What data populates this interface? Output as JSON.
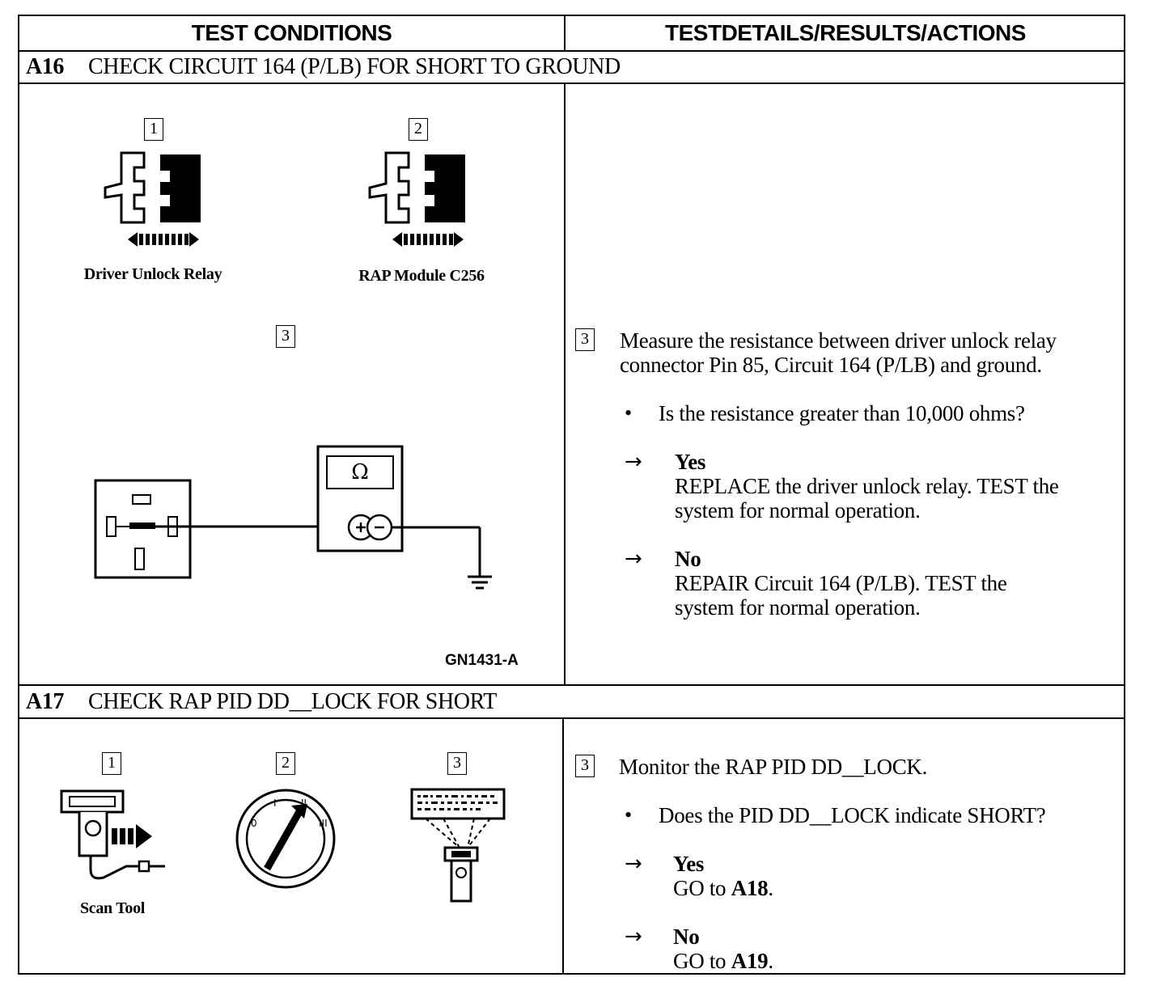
{
  "header": {
    "left": "TEST CONDITIONS",
    "right": "TESTDETAILS/RESULTS/ACTIONS"
  },
  "a16": {
    "number": "A16",
    "title": "CHECK CIRCUIT 164 (P/LB) FOR SHORT TO GROUND",
    "callouts": {
      "c1": "1",
      "c2": "2",
      "c3": "3"
    },
    "fig1_caption": "Driver Unlock Relay",
    "fig2_caption": "RAP Module C256",
    "meter_symbol": "Ω",
    "figure_id": "GN1431-A",
    "step_callout": "3",
    "step_text_line1": "Measure the resistance between driver unlock relay",
    "step_text_line2": "connector Pin 85, Circuit 164 (P/LB) and ground.",
    "question": "Is the resistance greater than 10,000 ohms?",
    "yes_label": "Yes",
    "yes_line1": "REPLACE the driver unlock relay. TEST the",
    "yes_line2": "system for normal operation.",
    "no_label": "No",
    "no_line1": "REPAIR Circuit 164 (P/LB). TEST the",
    "no_line2": "system for normal operation."
  },
  "a17": {
    "number": "A17",
    "title": "CHECK RAP PID DD__LOCK FOR SHORT",
    "callouts": {
      "c1": "1",
      "c2": "2",
      "c3": "3"
    },
    "fig1_caption": "Scan Tool",
    "step_callout": "3",
    "step_text": "Monitor the RAP PID DD__LOCK.",
    "question": "Does the PID DD__LOCK indicate SHORT?",
    "yes_label": "Yes",
    "yes_action_prefix": "GO to ",
    "yes_action_target": "A18",
    "yes_action_suffix": ".",
    "no_label": "No",
    "no_action_prefix": "GO to ",
    "no_action_target": "A19",
    "no_action_suffix": "."
  },
  "symbols": {
    "bullet": "•",
    "arrow": "→"
  }
}
